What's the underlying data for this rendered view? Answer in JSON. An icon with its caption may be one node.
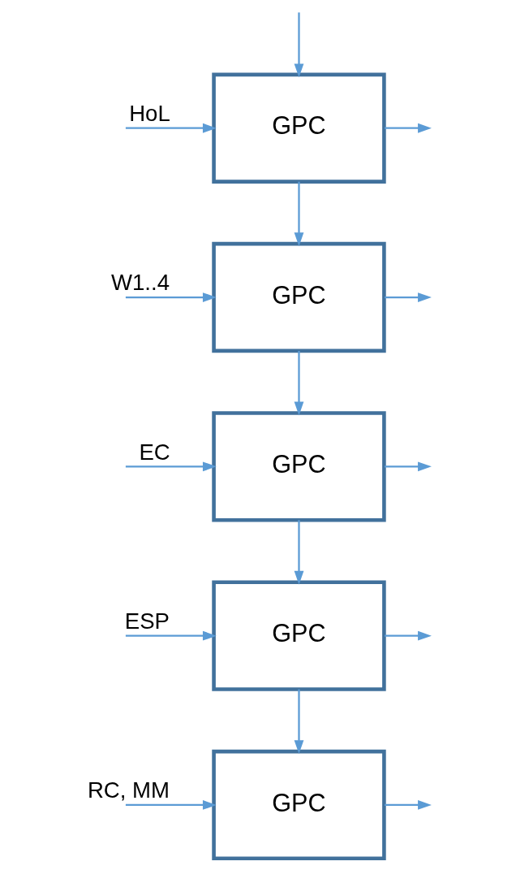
{
  "diagram": {
    "nodes": [
      {
        "text": [
          "GPC"
        ]
      },
      {
        "text": [
          "GPC"
        ]
      },
      {
        "text": [
          "GPC"
        ]
      },
      {
        "text": [
          "GPC"
        ]
      },
      {
        "text": [
          "GPC"
        ]
      }
    ],
    "edges": [
      {
        "from": null,
        "to": 0,
        "arrow": "to",
        "label": "HoL"
      },
      {
        "from": null,
        "to": 0,
        "arrow": "to"
      },
      {
        "from": 0,
        "to": null,
        "arrow": "to"
      },
      {
        "from": 0,
        "to": 1,
        "arrow": "to"
      },
      {
        "from": null,
        "to": 1,
        "arrow": "to",
        "label": "W1..4"
      },
      {
        "from": 1,
        "to": null,
        "arrow": "to"
      },
      {
        "from": 1,
        "to": 2,
        "arrow": "to"
      },
      {
        "from": null,
        "to": 2,
        "arrow": "to",
        "label": "EC"
      },
      {
        "from": 2,
        "to": null,
        "arrow": "to"
      },
      {
        "from": 2,
        "to": 3,
        "arrow": "to"
      },
      {
        "from": null,
        "to": 3,
        "arrow": "to",
        "label": "ESP"
      },
      {
        "from": 3,
        "to": null,
        "arrow": "to"
      },
      {
        "from": 3,
        "to": 4,
        "arrow": "to"
      },
      {
        "from": null,
        "to": 4,
        "arrow": "to",
        "label": "RC, MM"
      },
      {
        "from": 4,
        "to": null,
        "arrow": "to"
      }
    ]
  }
}
